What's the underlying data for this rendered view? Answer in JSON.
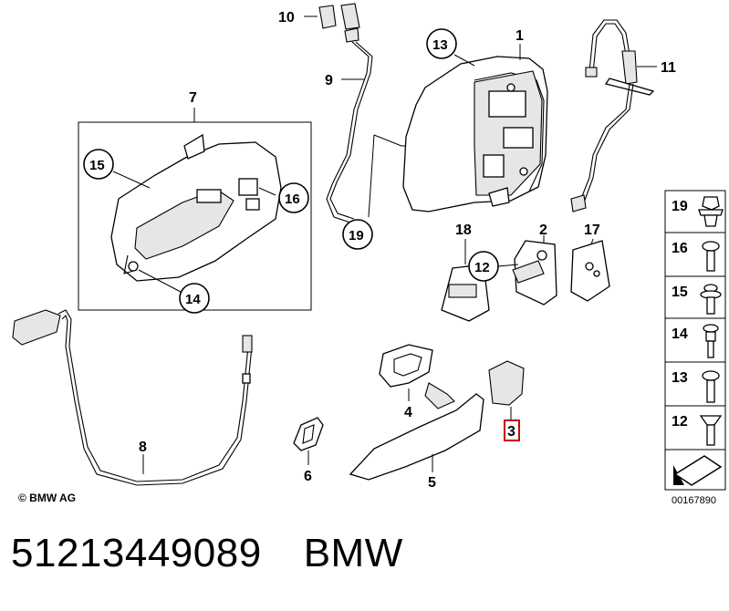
{
  "diagram": {
    "parts": [
      {
        "id": "p1",
        "label": "1"
      },
      {
        "id": "p2",
        "label": "2"
      },
      {
        "id": "p3",
        "label": "3",
        "highlighted": true
      },
      {
        "id": "p4",
        "label": "4"
      },
      {
        "id": "p5",
        "label": "5"
      },
      {
        "id": "p6",
        "label": "6"
      },
      {
        "id": "p7",
        "label": "7"
      },
      {
        "id": "p8",
        "label": "8"
      },
      {
        "id": "p9",
        "label": "9"
      },
      {
        "id": "p10",
        "label": "10"
      },
      {
        "id": "p11",
        "label": "11"
      },
      {
        "id": "p17",
        "label": "17"
      },
      {
        "id": "p18",
        "label": "18"
      }
    ],
    "callouts": {
      "c12": "12",
      "c13": "13",
      "c14": "14",
      "c15": "15",
      "c16": "16",
      "c19": "19"
    },
    "legend": [
      {
        "label": "19",
        "icon": "clip-icon"
      },
      {
        "label": "16",
        "icon": "screw-icon"
      },
      {
        "label": "15",
        "icon": "screw-washer-icon"
      },
      {
        "label": "14",
        "icon": "stud-icon"
      },
      {
        "label": "13",
        "icon": "screw-icon"
      },
      {
        "label": "12",
        "icon": "countersunk-screw-icon"
      }
    ],
    "highlight_color": "#cc0000",
    "copyright": "© BMW AG",
    "doc_number": "00167890"
  },
  "footer": {
    "part_number": "51213449089",
    "brand": "BMW"
  }
}
